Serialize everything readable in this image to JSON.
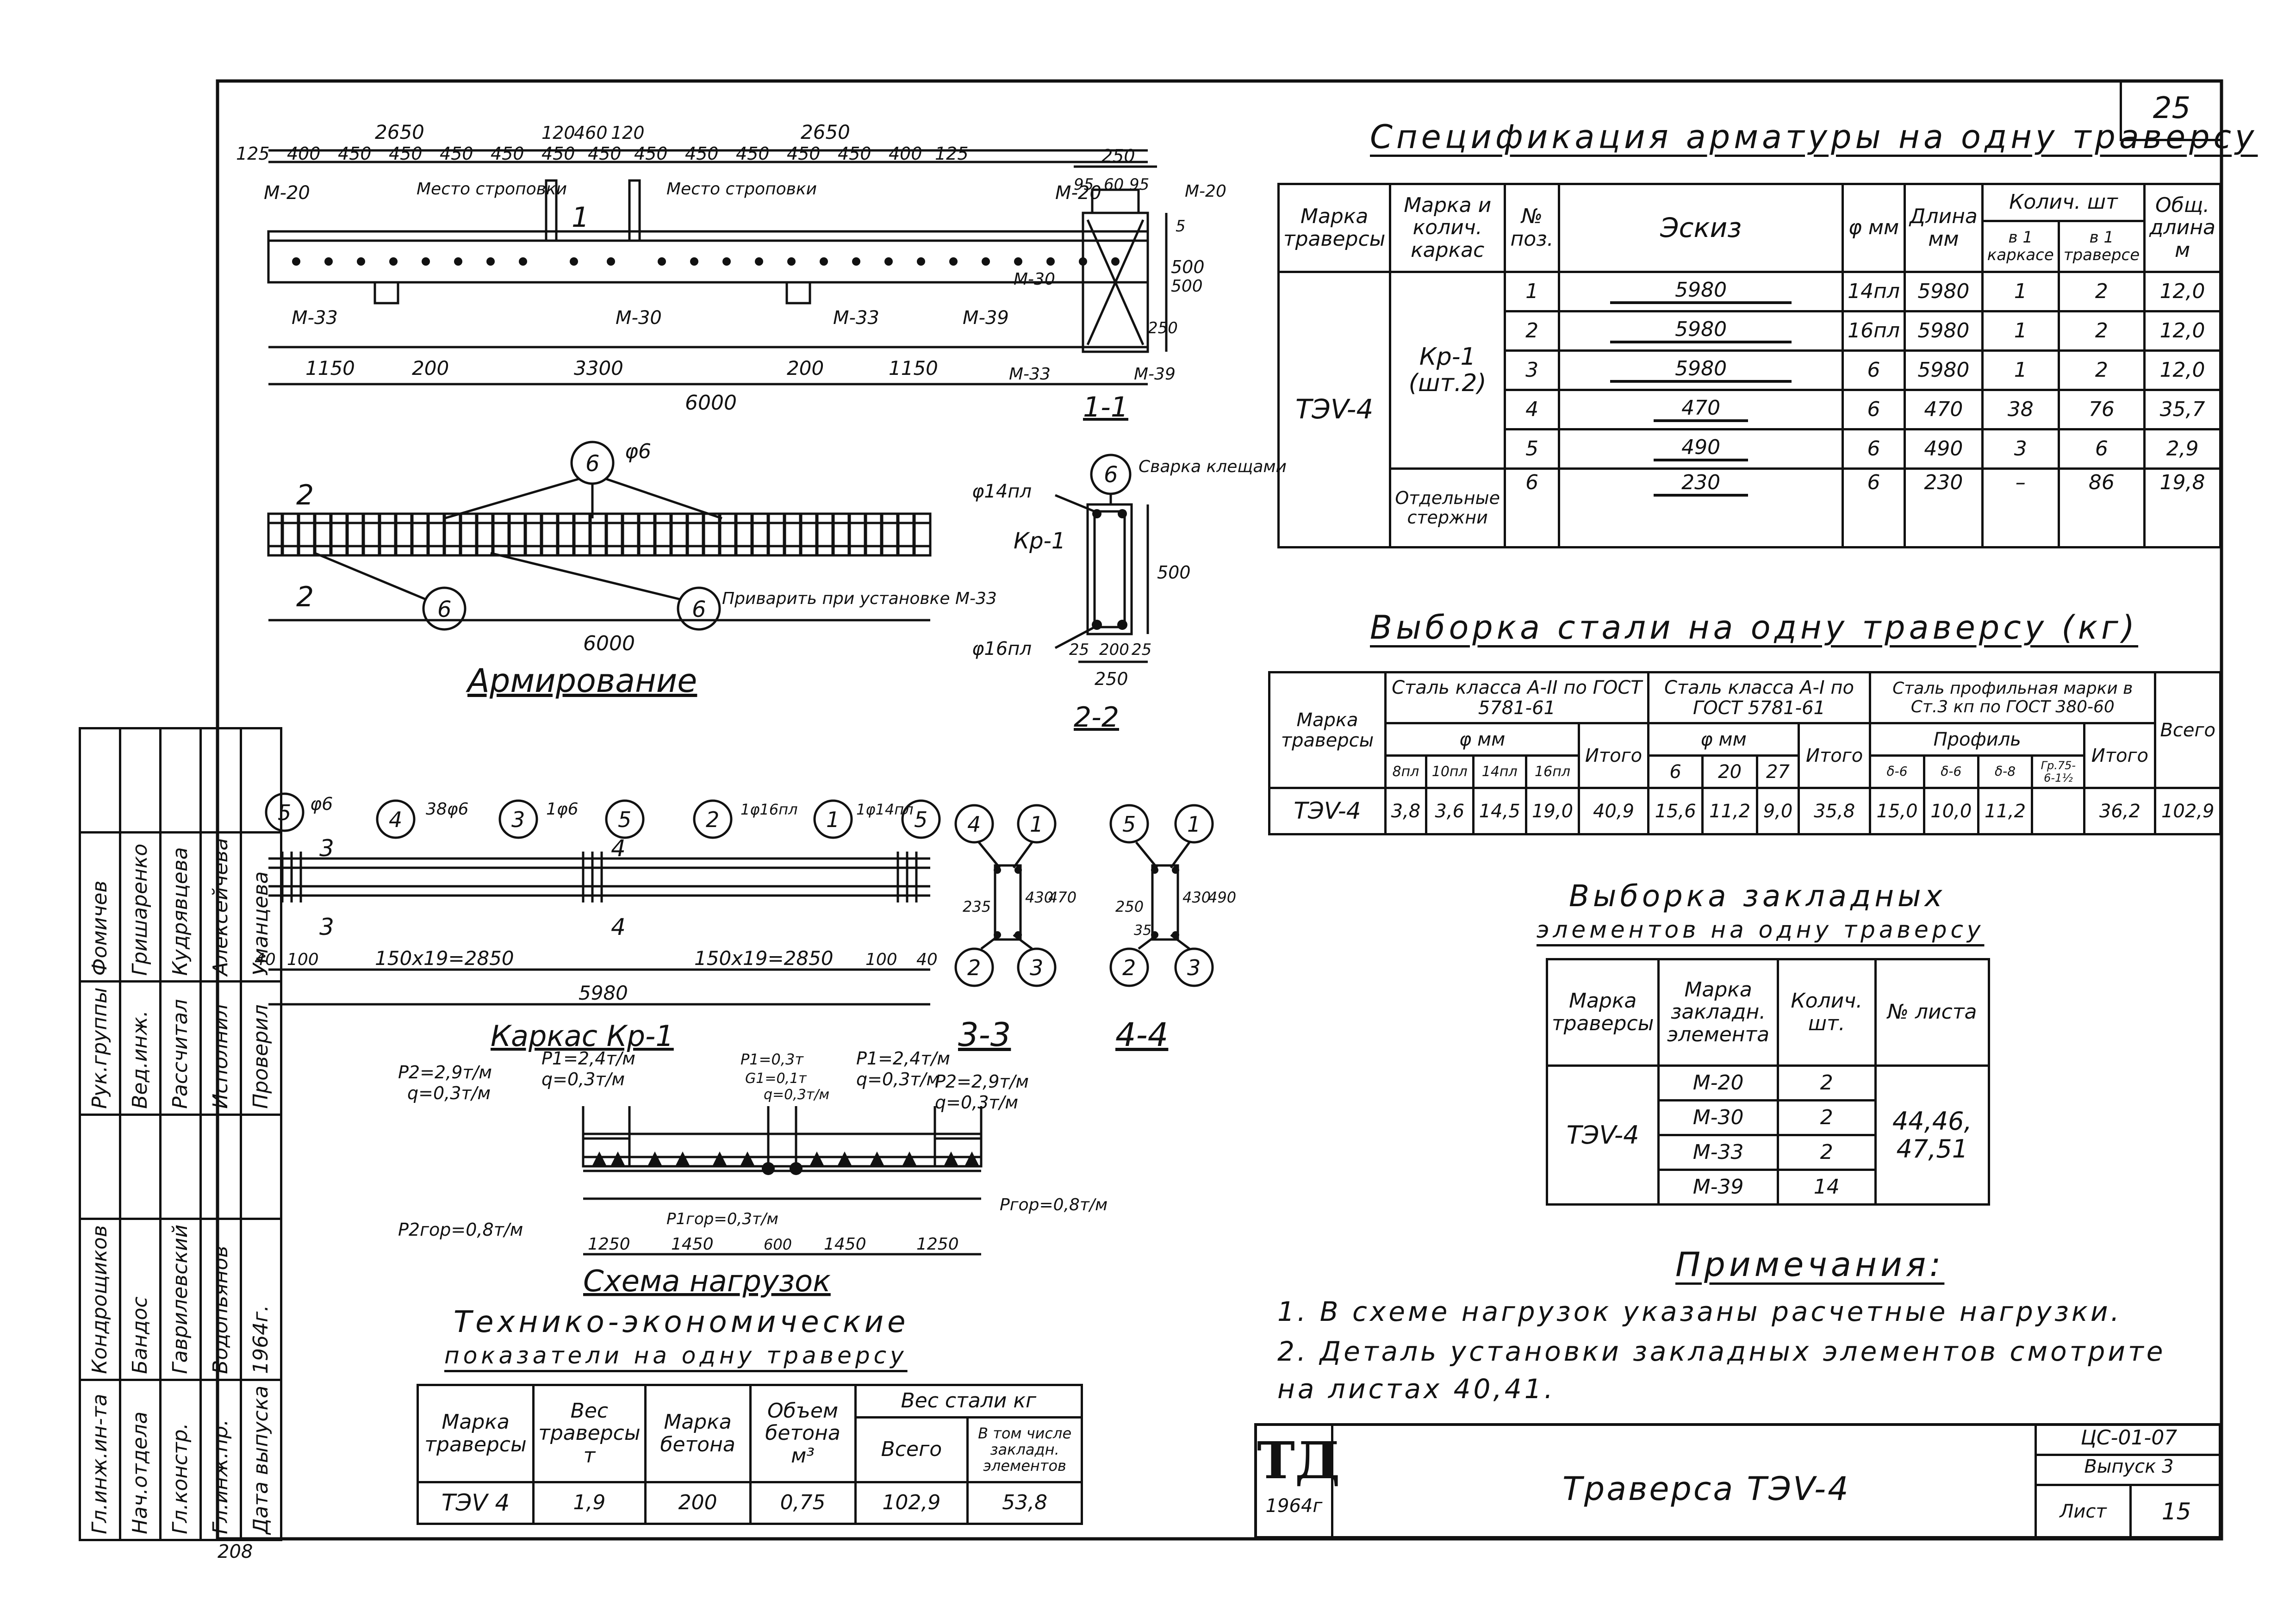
{
  "sheet": {
    "number": "25",
    "bottom_left_code": "208",
    "title_block": {
      "logo": "ТД",
      "year": "1964г",
      "title": "Траверса ТЭV-4",
      "code": "ЦС-01-07",
      "issue": "Выпуск 3",
      "sheet_label": "Лист",
      "sheet_no": "15"
    }
  },
  "side_stamp": {
    "rows": [
      {
        "role": "Гл.инж.ин-та",
        "name": "Кондрощиков"
      },
      {
        "role": "Нач.отдела",
        "name": "Бандос"
      },
      {
        "role": "Гл.констр.",
        "name": "Гаврилевский"
      },
      {
        "role": "Гл.инж.пр.",
        "name": "Водопьянов"
      },
      {
        "role": "Дата выпуска",
        "name": "1964г."
      },
      {
        "role": "Рук.группы",
        "name": "Фомичев"
      },
      {
        "role": "Вед.инж.",
        "name": "Гришаренко"
      },
      {
        "role": "Рассчитал",
        "name": "Кудрявцева"
      },
      {
        "role": "Исполнил",
        "name": "Алексейчева"
      },
      {
        "role": "Проверил",
        "name": "Уманцева"
      }
    ]
  },
  "drawings": {
    "beam": {
      "dims_top_1": [
        "2650",
        "120",
        "460",
        "120",
        "2650"
      ],
      "dims_top_2": [
        "125",
        "400",
        "450",
        "450",
        "450",
        "450",
        "450",
        "450",
        "450",
        "450",
        "450",
        "450",
        "450",
        "400",
        "125"
      ],
      "labels": {
        "m20_left": "М-20",
        "m20_right": "М-20",
        "place_left": "Место строповки",
        "place_right": "Место строповки",
        "m33_left": "М-33",
        "m30": "М-30",
        "m33_right": "М-33",
        "m39": "М-39",
        "cut": "1",
        "h": "500"
      },
      "dims_bottom": [
        "1150",
        "200",
        "3300",
        "200",
        "1150"
      ],
      "total": "6000"
    },
    "section_1_1": {
      "label": "1-1",
      "dims": [
        "250",
        "95",
        "60",
        "95"
      ],
      "tags": [
        "М-20",
        "М-30",
        "М-33",
        "М-39"
      ],
      "h": "500",
      "d1": "5",
      "d2": "250"
    },
    "armirovanie": {
      "label": "Армирование",
      "bubble": "6",
      "phi": "φ6",
      "note": "Приварить при установке М-33",
      "total": "6000",
      "cut": "2"
    },
    "section_2_2": {
      "label": "2-2",
      "bubble": "6",
      "note": "Сварка клещами",
      "kr": "Кр-1",
      "top": "φ14пл",
      "bottom": "φ16пл",
      "h": "500",
      "dims": [
        "25",
        "200",
        "25"
      ],
      "total": "250"
    },
    "karkas": {
      "label": "Каркас Кр-1",
      "bubbles": [
        "5",
        "4",
        "3",
        "5",
        "2",
        "1",
        "5"
      ],
      "callouts": [
        "φ6",
        "38φ6",
        "1φ6",
        "1φ16пл",
        "1φ14пл"
      ],
      "dims": [
        "40",
        "100",
        "150x19=2850",
        "150x19=2850",
        "100",
        "40"
      ],
      "total": "5980",
      "cuts": [
        "3",
        "4"
      ]
    },
    "section_3_3": {
      "label": "3-3",
      "bubbles": [
        "4",
        "1",
        "2",
        "3"
      ],
      "dims": [
        "235",
        "430",
        "470"
      ]
    },
    "section_4_4": {
      "label": "4-4",
      "bubbles": [
        "5",
        "1",
        "2",
        "3"
      ],
      "dims": [
        "250",
        "35",
        "430",
        "490"
      ]
    },
    "loads": {
      "label": "Схема нагрузок",
      "p2_left": "P2=2,9т/м",
      "q_left": "q=0,3т/м",
      "p1_left": "P1=2,4т/м",
      "q1_left": "q=0,3т/м",
      "p1_mid": "P1=0,3т",
      "g1_mid": "G1=0,1т",
      "q_mid": "q=0,3т/м",
      "p1_right": "P1=2,4т/м",
      "q1_right": "q=0,3т/м",
      "p2_right": "P2=2,9т/м",
      "q_right": "q=0,3т/м",
      "pgor_left": "P2гор=0,8т/м",
      "pgor_mid": "P1гор=0,3т/м",
      "pgor_right": "Pгор=0,8т/м",
      "dims": [
        "1250",
        "1450",
        "600",
        "1450",
        "1250"
      ]
    }
  },
  "spec": {
    "title": "Спецификация арматуры на одну траверсу",
    "headers": [
      "Марка траверсы",
      "Марка и колич. каркас",
      "№ поз.",
      "Эскиз",
      "φ мм",
      "Длина мм",
      "Колич. шт",
      "в 1 каркасе",
      "в 1 траверсе",
      "Общ. длина м"
    ],
    "mark": "ТЭV-4",
    "karkas": "Кр-1 (шт.2)",
    "separate": "Отдельные стержни",
    "rows": [
      {
        "pos": "1",
        "sketch": "5980",
        "phi": "14пл",
        "len": "5980",
        "k": "1",
        "t": "2",
        "total": "12,0"
      },
      {
        "pos": "2",
        "sketch": "5980",
        "phi": "16пл",
        "len": "5980",
        "k": "1",
        "t": "2",
        "total": "12,0"
      },
      {
        "pos": "3",
        "sketch": "5980",
        "phi": "6",
        "len": "5980",
        "k": "1",
        "t": "2",
        "total": "12,0"
      },
      {
        "pos": "4",
        "sketch": "470",
        "phi": "6",
        "len": "470",
        "k": "38",
        "t": "76",
        "total": "35,7"
      },
      {
        "pos": "5",
        "sketch": "490",
        "phi": "6",
        "len": "490",
        "k": "3",
        "t": "6",
        "total": "2,9"
      },
      {
        "pos": "6",
        "sketch": "230",
        "phi": "6",
        "len": "230",
        "k": "–",
        "t": "86",
        "total": "19,8"
      }
    ]
  },
  "steel": {
    "title": "Выборка стали на одну траверсу (кг)",
    "headers": [
      "Марка траверсы",
      "Сталь класса А-II по ГОСТ 5781-61",
      "Сталь класса А-I по ГОСТ 5781-61",
      "Сталь профильная марки в Ст.3 кп по ГОСТ 380-60",
      "Всего"
    ],
    "sub": [
      "φ мм",
      "Итого",
      "φ мм",
      "Итого",
      "Профиль",
      "Итого"
    ],
    "diams_a2": [
      "8пл",
      "10пл",
      "14пл",
      "16пл"
    ],
    "diams_a1": [
      "6",
      "20",
      "27"
    ],
    "profiles": [
      "δ-6",
      "δ-6",
      "δ-8",
      "Гр.75-6-1½"
    ],
    "row": {
      "mark": "ТЭV-4",
      "a2": [
        "3,8",
        "3,6",
        "14,5",
        "19,0"
      ],
      "a2_total": "40,9",
      "a1": [
        "15,6",
        "11,2",
        "9,0"
      ],
      "a1_total": "35,8",
      "prof": [
        "15,0",
        "10,0",
        "11,2"
      ],
      "prof_total": "36,2",
      "total": "102,9"
    }
  },
  "embedded": {
    "title1": "Выборка закладных",
    "title2": "элементов на одну траверсу",
    "headers": [
      "Марка траверсы",
      "Марка закладн. элемента",
      "Колич. шт.",
      "№ листа"
    ],
    "mark": "ТЭV-4",
    "rows": [
      {
        "el": "М-20",
        "qty": "2"
      },
      {
        "el": "М-30",
        "qty": "2"
      },
      {
        "el": "М-33",
        "qty": "2"
      },
      {
        "el": "М-39",
        "qty": "14"
      }
    ],
    "sheets": "44,46, 47,51"
  },
  "notes": {
    "title": "Примечания:",
    "items": [
      "1. В схеме нагрузок указаны расчетные нагрузки.",
      "2. Деталь установки закладных элементов смотрите на листах 40,41."
    ]
  },
  "tech": {
    "title1": "Технико-экономические",
    "title2": "показатели на одну траверсу",
    "headers": [
      "Марка траверсы",
      "Вес траверсы т",
      "Марка бетона",
      "Объем бетона м³",
      "Вес стали кг",
      "Всего",
      "В том числе закладн. элементов"
    ],
    "row": {
      "mark": "ТЭV 4",
      "weight": "1,9",
      "concrete": "200",
      "volume": "0,75",
      "steel": "102,9",
      "embedded": "53,8"
    }
  }
}
